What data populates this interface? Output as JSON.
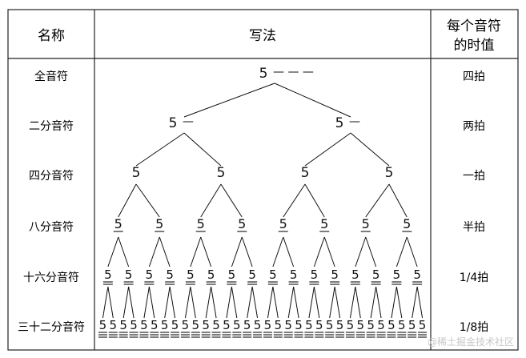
{
  "table": {
    "headers": {
      "name": "名称",
      "notation": "写法",
      "beats_line1": "每个音符",
      "beats_line2": "的时值"
    },
    "rows": [
      {
        "name": "全音符",
        "beats": "四拍",
        "note": "5",
        "dashes": "— — —",
        "underlines": 0,
        "count": 1
      },
      {
        "name": "二分音符",
        "beats": "两拍",
        "note": "5",
        "dashes": "—",
        "underlines": 0,
        "count": 2
      },
      {
        "name": "四分音符",
        "beats": "一拍",
        "note": "5",
        "dashes": "",
        "underlines": 0,
        "count": 4
      },
      {
        "name": "八分音符",
        "beats": "半拍",
        "note": "5",
        "dashes": "",
        "underlines": 1,
        "count": 8
      },
      {
        "name": "十六分音符",
        "beats": "1/4拍",
        "note": "5",
        "dashes": "",
        "underlines": 2,
        "count": 16
      },
      {
        "name": "三十二分音符",
        "beats": "1/8拍",
        "note": "5",
        "dashes": "",
        "underlines": 3,
        "count": 32
      }
    ]
  },
  "watermark": "@稀土掘金技术社区"
}
